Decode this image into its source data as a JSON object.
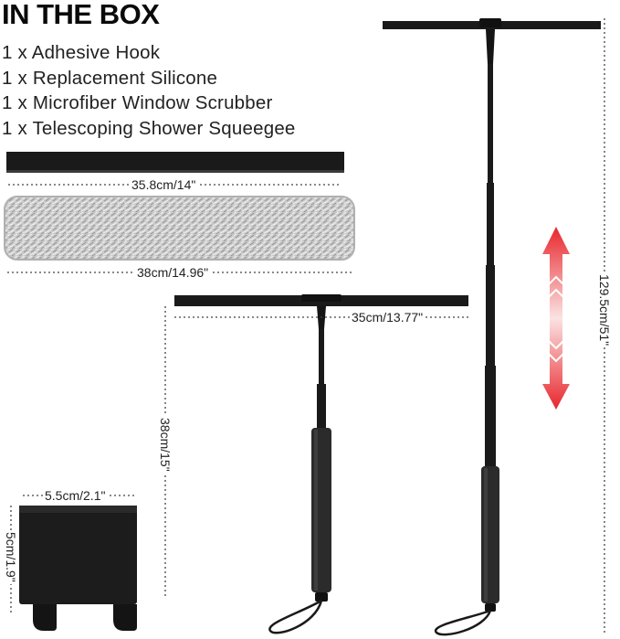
{
  "heading": "IN THE BOX",
  "contents": [
    "1 x Adhesive Hook",
    "1 x Replacement Silicone",
    "1 x Microfiber Window Scrubber",
    "1 x Telescoping Shower Squeegee"
  ],
  "dimensions": {
    "silicone_width": "35.8cm/14\"",
    "scrubber_width": "38cm/14.96\"",
    "squeegee_blade_width": "35cm/13.77\"",
    "squeegee_min_length": "38cm/15\"",
    "squeegee_max_length": "129.5cm/51\"",
    "hook_width": "5.5cm/2.1\"",
    "hook_height": "5cm/1.9\""
  },
  "colors": {
    "product": "#1a1a1a",
    "scrubber": "#c9c9c9",
    "arrow": "#e8262c"
  },
  "icons": {
    "extend_arrow": "double-arrow-vertical-icon"
  }
}
